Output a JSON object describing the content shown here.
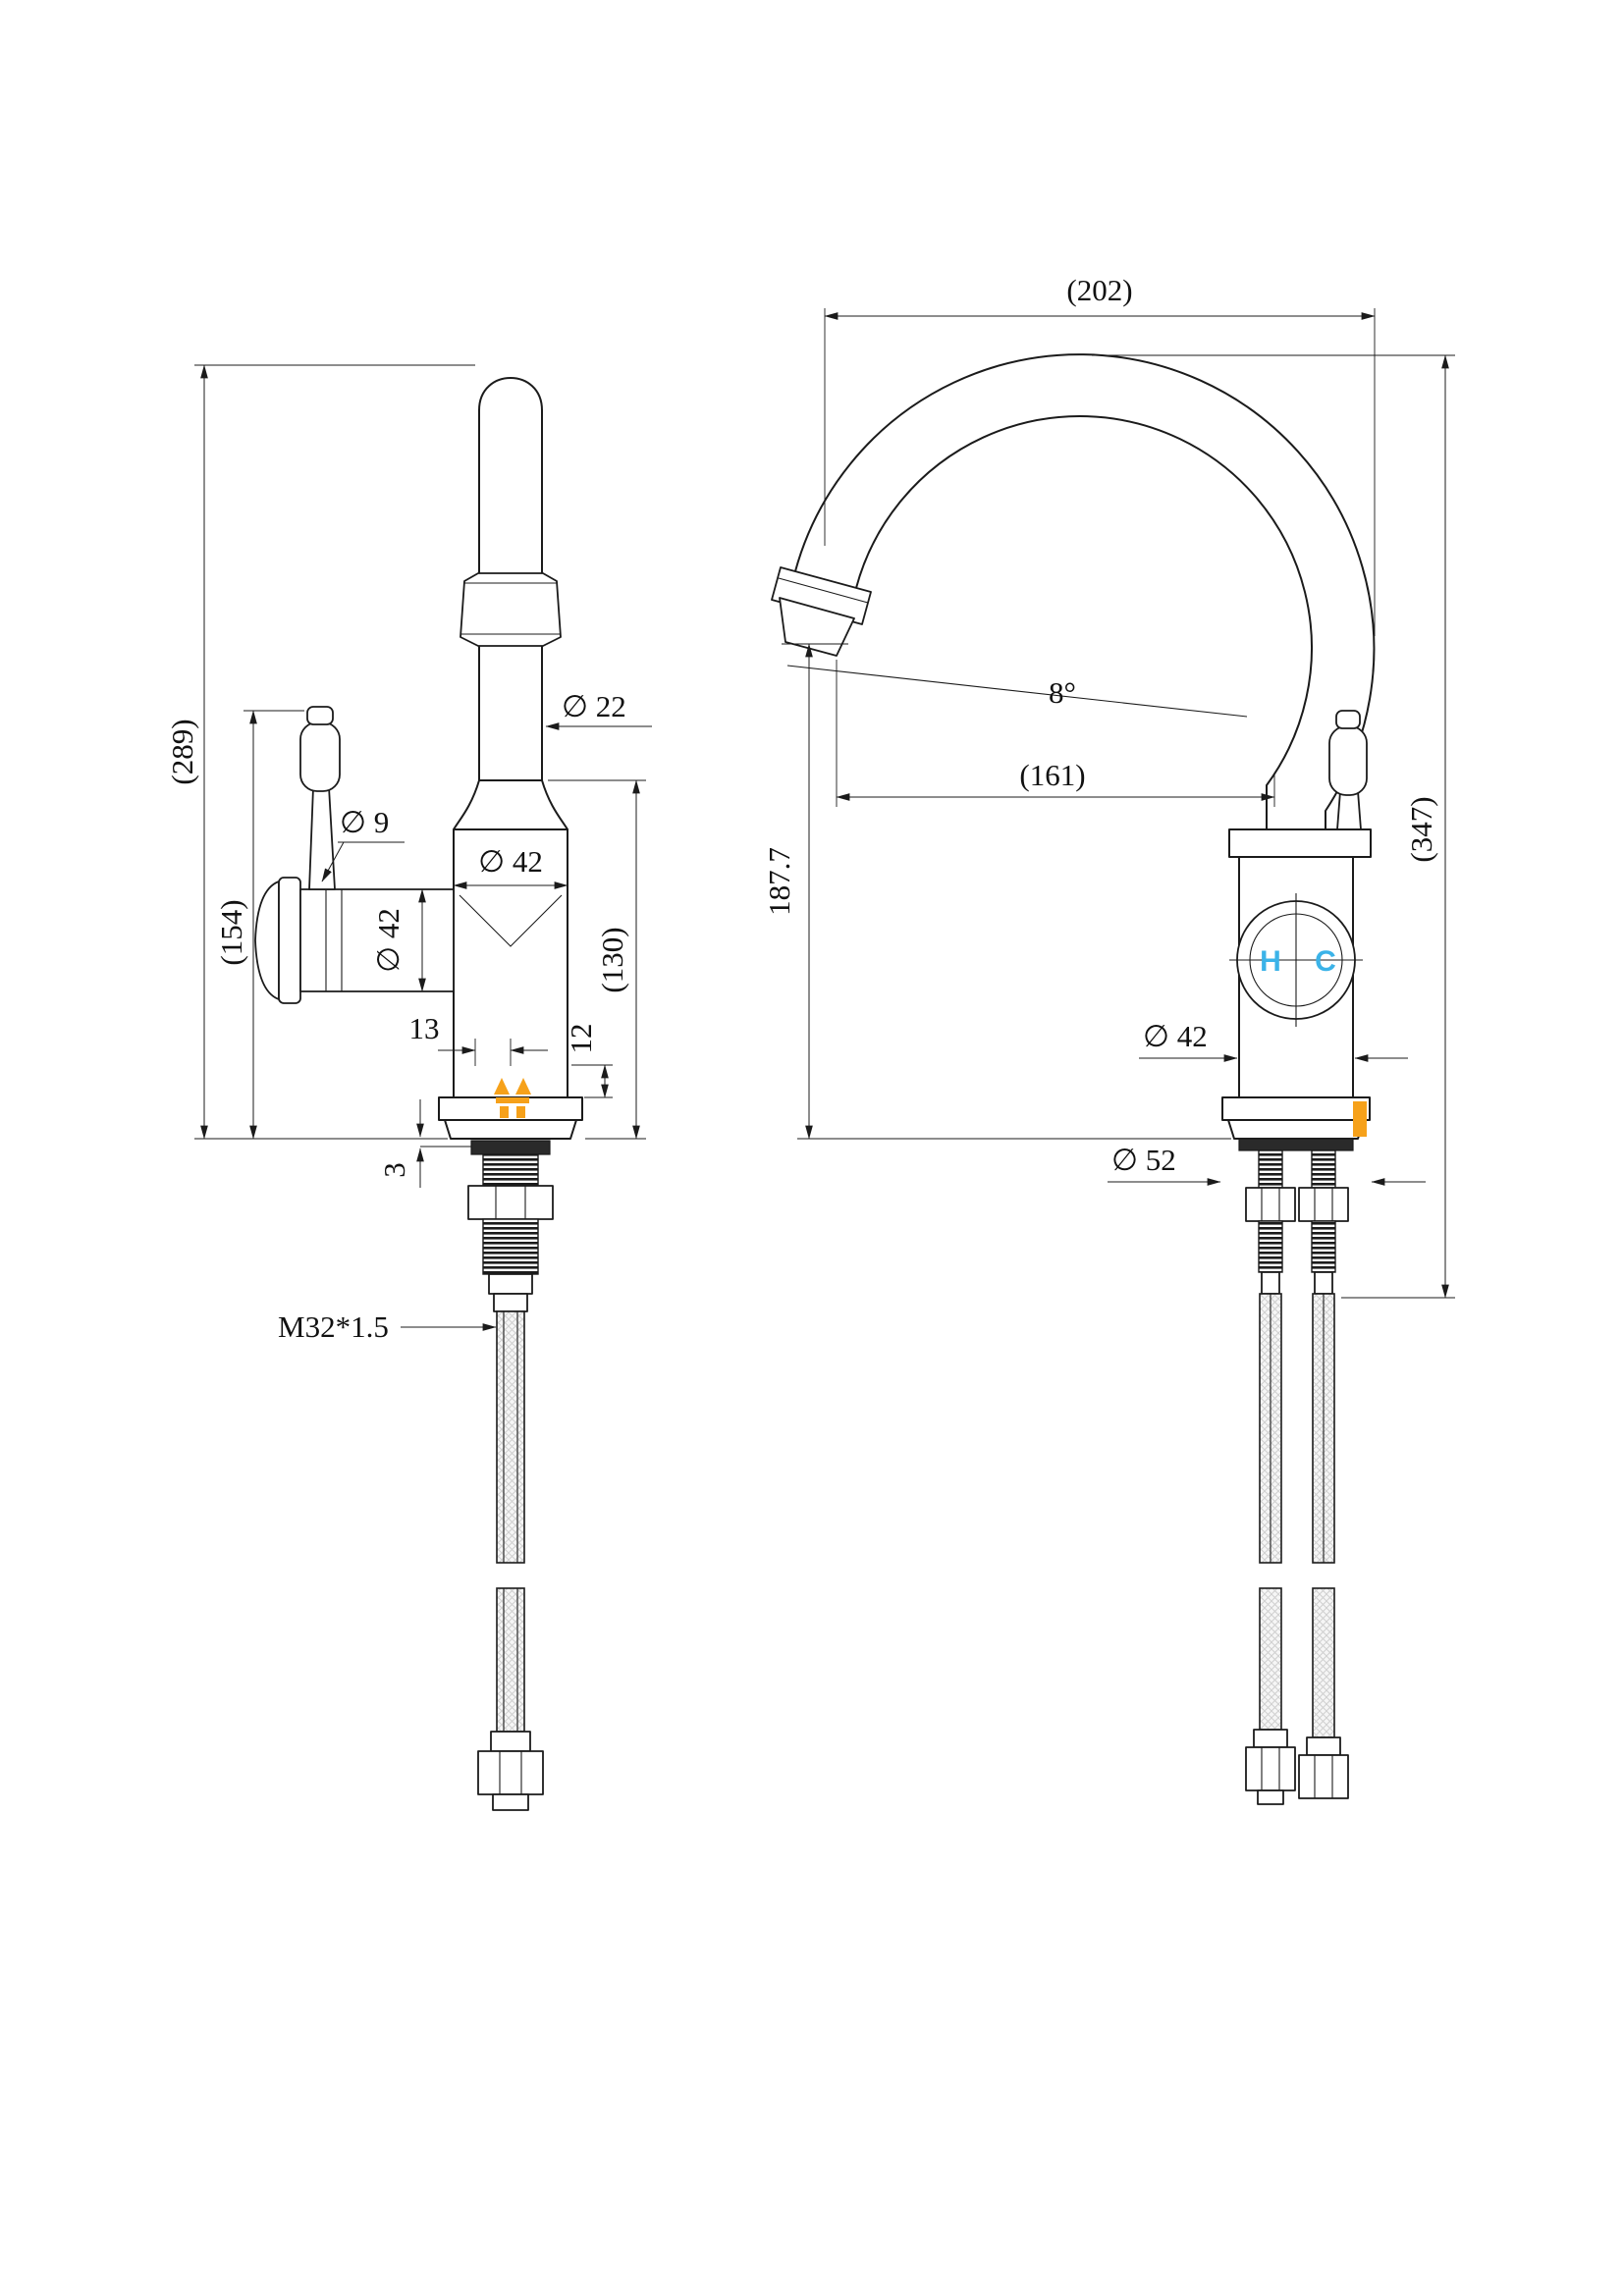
{
  "page": {
    "background": "#ffffff"
  },
  "colors": {
    "line": "#1b1b1b",
    "accent_orange": "#f6a11a",
    "accent_cyan": "#3bb3e8"
  },
  "left_view": {
    "dim_overall_height": "(289)",
    "dim_handle_height": "(154)",
    "dim_handle_stem_diameter": "∅ 9",
    "dim_spout_pipe_diameter": "∅ 22",
    "dim_body_diameter": "∅ 42",
    "dim_valve_diameter": "∅ 42",
    "dim_body_height": "(130)",
    "dim_outlet_offset": "13",
    "dim_base_offset": "12",
    "dim_deck_gap": "3",
    "dim_thread_spec": "M32*1.5"
  },
  "right_view": {
    "dim_spout_reach": "(202)",
    "dim_spout_angle": "8°",
    "dim_outlet_reach": "(161)",
    "dim_outlet_height": "187.7",
    "dim_overall_height": "(347)",
    "dim_body_diameter": "∅ 42",
    "dim_base_diameter": "∅ 52",
    "handle_hot_label": "H",
    "handle_cold_label": "C"
  }
}
